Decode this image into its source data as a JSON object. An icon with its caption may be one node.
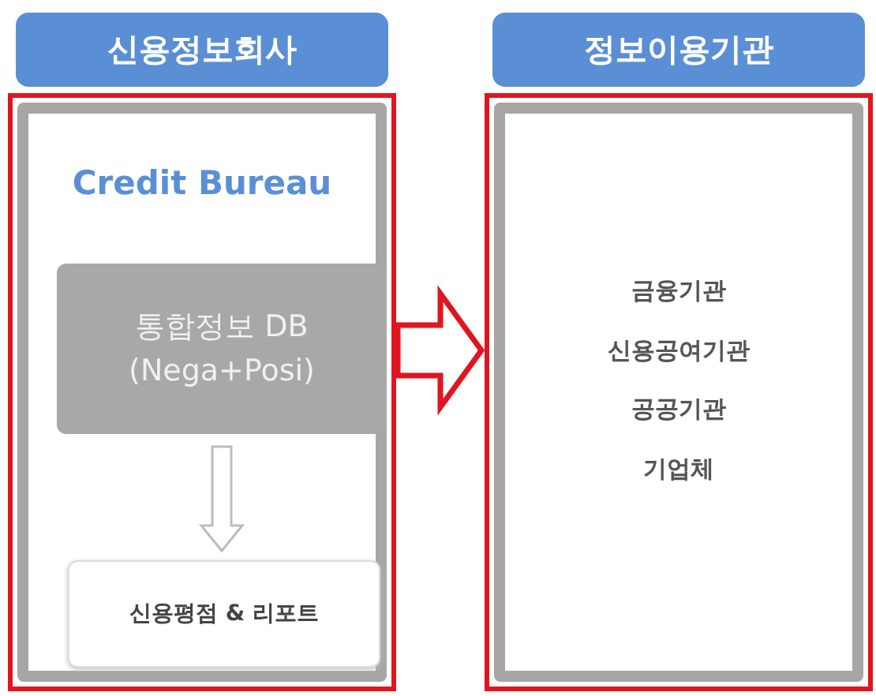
{
  "diagram": {
    "nodes": [
      {
        "text": [
          "신용정보회사",
          "Credit Bureau"
        ]
      },
      {
        "text": [
          "통합정보 DB (Nega+Posi)"
        ],
        "in": 0
      },
      {
        "text": [
          "신용평점 & 리포트"
        ],
        "in": 0
      },
      {
        "text": [
          "정보이용기관",
          "금융기관",
          "신용공여기관",
          "공공기관",
          "기업체"
        ]
      }
    ],
    "edges": [
      {
        "from": 1,
        "to": 2,
        "arrow": "to"
      },
      {
        "from": 0,
        "to": 3,
        "arrow": "to",
        "color": "#e0151f"
      }
    ]
  }
}
